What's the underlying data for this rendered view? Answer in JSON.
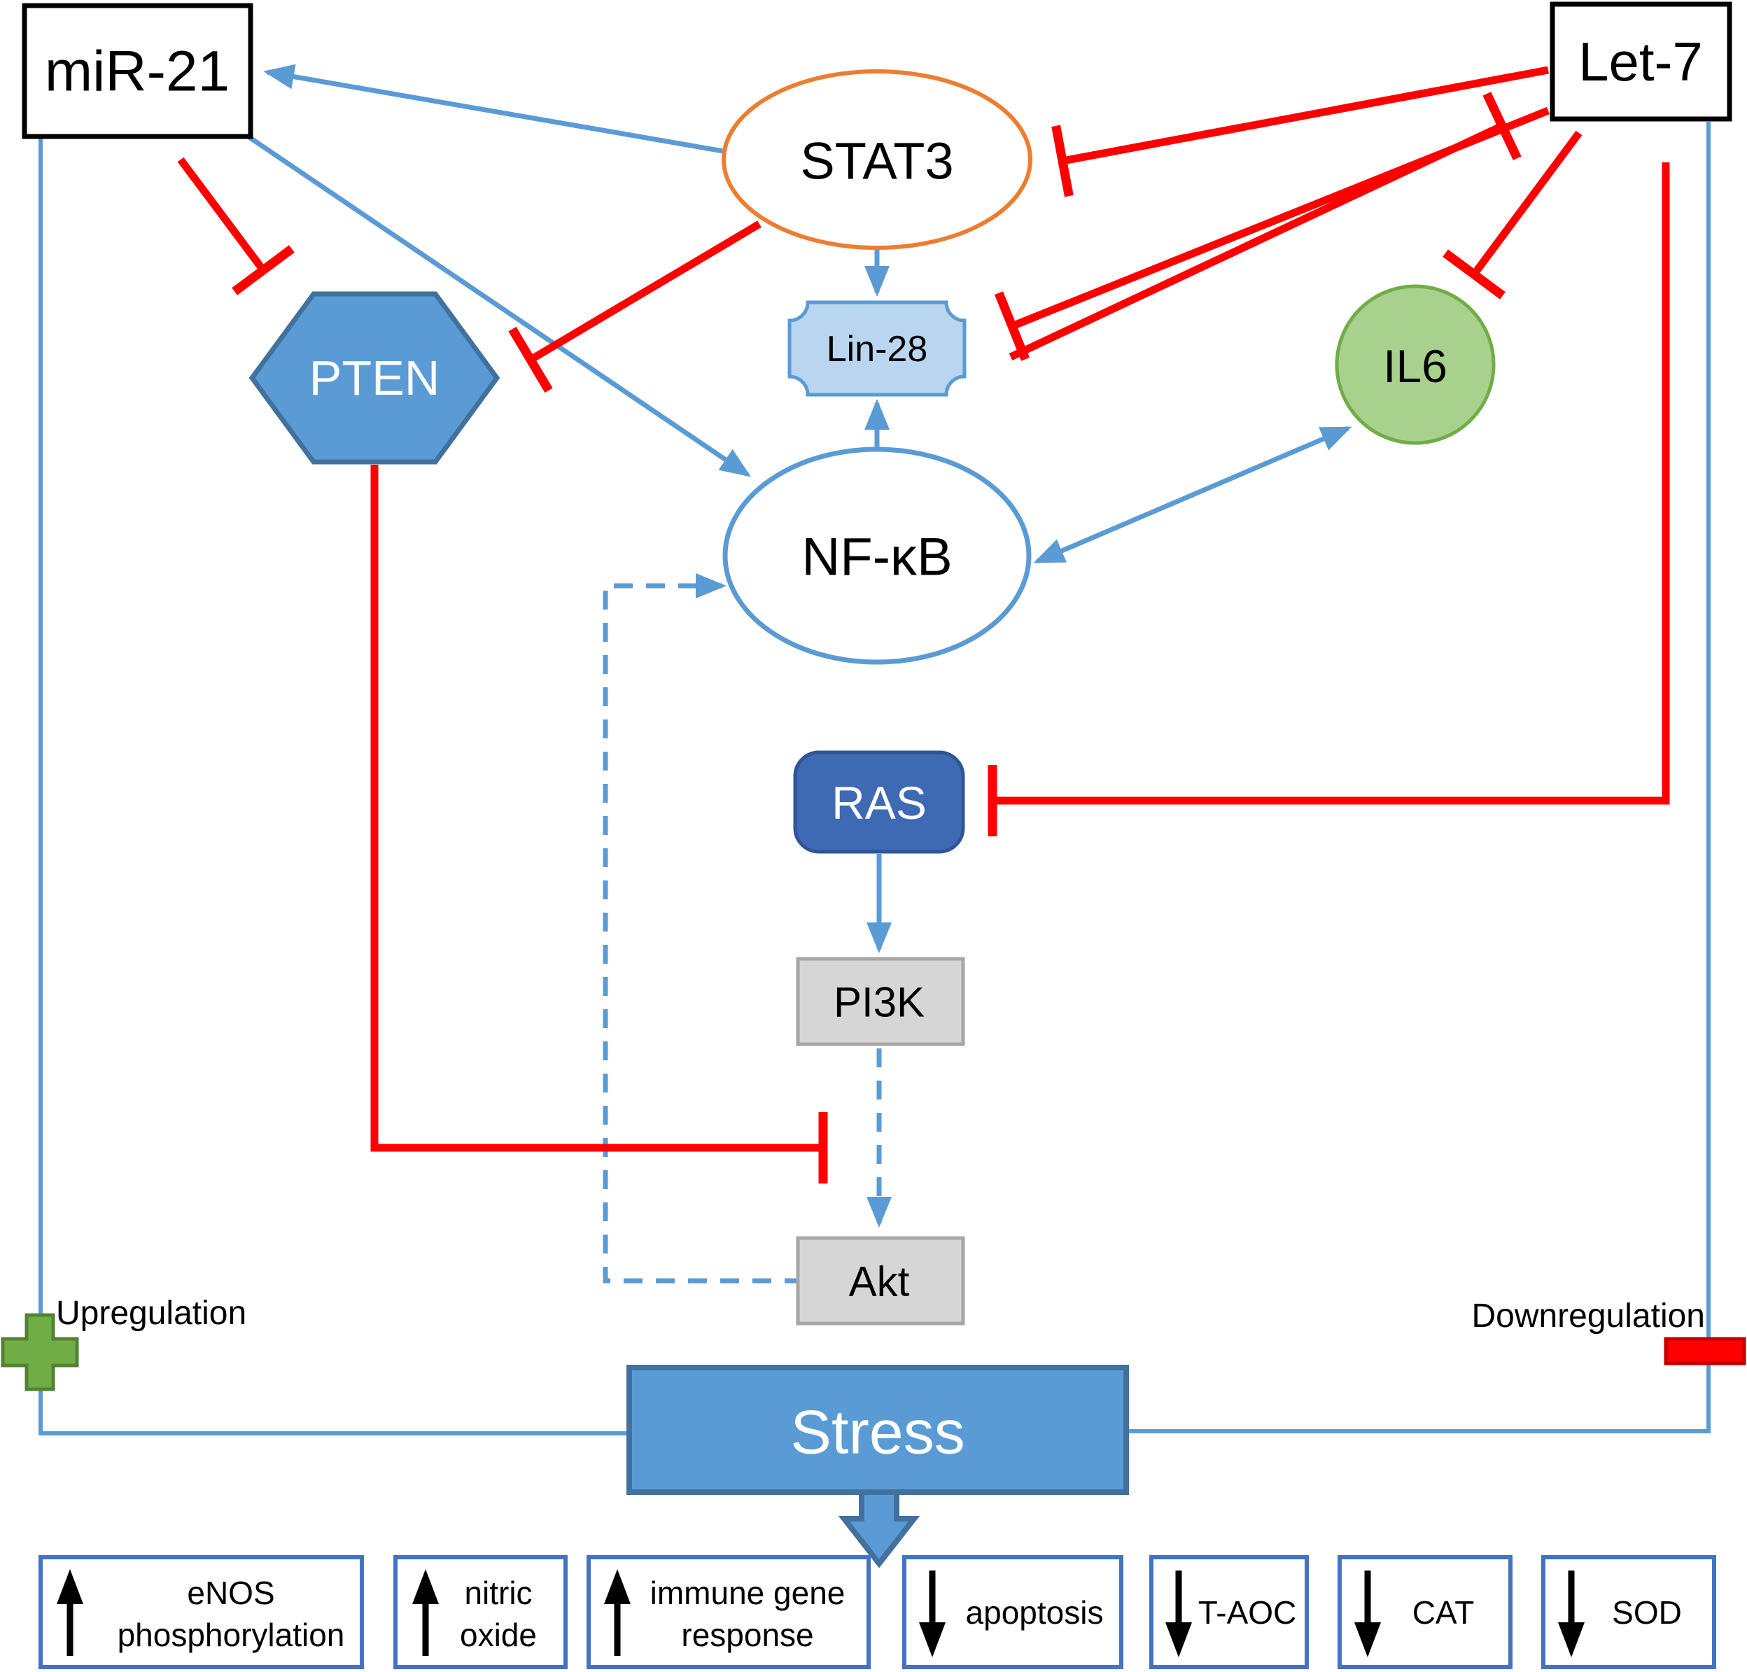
{
  "nodes": {
    "mir21": {
      "label": "miR-21"
    },
    "let7": {
      "label": "Let-7"
    },
    "stat3": {
      "label": "STAT3"
    },
    "pten": {
      "label": "PTEN"
    },
    "lin28": {
      "label": "Lin-28"
    },
    "il6": {
      "label": "IL6"
    },
    "nfkb": {
      "label": "NF-κB"
    },
    "ras": {
      "label": "RAS"
    },
    "pi3k": {
      "label": "PI3K"
    },
    "akt": {
      "label": "Akt"
    },
    "stress": {
      "label": "Stress"
    }
  },
  "legend": {
    "upregulation_label": "Upregulation",
    "downregulation_label": "Downregulation"
  },
  "outcomes": [
    {
      "direction": "up",
      "line1": "eNOS",
      "line2": "phosphorylation"
    },
    {
      "direction": "up",
      "line1": "nitric",
      "line2": "oxide"
    },
    {
      "direction": "up",
      "line1": "immune gene",
      "line2": "response"
    },
    {
      "direction": "down",
      "line1": "apoptosis"
    },
    {
      "direction": "down",
      "line1": "T-AOC"
    },
    {
      "direction": "down",
      "line1": "CAT"
    },
    {
      "direction": "down",
      "line1": "SOD"
    }
  ],
  "edges": [
    {
      "source": "STAT3",
      "target": "miR-21",
      "effect": "activation",
      "style": "solid-blue-arrow"
    },
    {
      "source": "miR-21",
      "target": "NF-κB",
      "effect": "activation",
      "style": "solid-blue-arrow"
    },
    {
      "source": "STAT3",
      "target": "Lin-28",
      "effect": "activation",
      "style": "solid-blue-arrow"
    },
    {
      "source": "NF-κB",
      "target": "Lin-28",
      "effect": "activation",
      "style": "solid-blue-arrow"
    },
    {
      "source": "NF-κB",
      "target": "IL6",
      "effect": "activation",
      "style": "solid-blue-double-arrow"
    },
    {
      "source": "RAS",
      "target": "PI3K",
      "effect": "activation",
      "style": "solid-blue-arrow"
    },
    {
      "source": "PI3K",
      "target": "Akt",
      "effect": "activation",
      "style": "dashed-blue-arrow"
    },
    {
      "source": "Akt",
      "target": "NF-κB",
      "effect": "activation",
      "style": "dashed-blue-arrow"
    },
    {
      "source": "miR-21",
      "target": "PTEN",
      "effect": "inhibition",
      "style": "red-tbar"
    },
    {
      "source": "STAT3",
      "target": "PTEN",
      "effect": "inhibition",
      "style": "red-tbar"
    },
    {
      "source": "Let-7",
      "target": "STAT3",
      "effect": "inhibition",
      "style": "red-tbar"
    },
    {
      "source": "Let-7",
      "target": "Lin-28",
      "effect": "inhibition",
      "style": "red-tbar"
    },
    {
      "source": "Lin-28",
      "target": "Let-7",
      "effect": "inhibition",
      "style": "red-tbar"
    },
    {
      "source": "Let-7",
      "target": "IL6",
      "effect": "inhibition",
      "style": "red-tbar"
    },
    {
      "source": "Let-7",
      "target": "RAS",
      "effect": "inhibition",
      "style": "red-tbar"
    },
    {
      "source": "PTEN",
      "target": "PI3K-Akt",
      "effect": "inhibition",
      "style": "red-tbar"
    },
    {
      "source": "Stress",
      "target": "miR-21",
      "effect": "upregulation",
      "style": "blue-line-plus"
    },
    {
      "source": "Stress",
      "target": "Let-7",
      "effect": "downregulation",
      "style": "blue-line-redbar"
    },
    {
      "source": "Stress",
      "target": "outcomes",
      "effect": "activation",
      "style": "block-arrow"
    }
  ],
  "colors": {
    "blue": "#5b9bd5",
    "blue_dark": "#41719c",
    "red": "#ff0000",
    "red_dark": "#c00000",
    "orange": "#ed7d31",
    "green_fill": "#a9d18e",
    "green_border": "#70ad47",
    "lin28_fill": "#b9d5ef",
    "ras_blue": "#3e69b3",
    "ras_border": "#2f5597",
    "gray_fill": "#d6d6d6",
    "gray_border": "#a6a6a6",
    "outcome_border": "#4472c4",
    "plus_green": "#70ad47",
    "plus_green_border": "#548235"
  }
}
